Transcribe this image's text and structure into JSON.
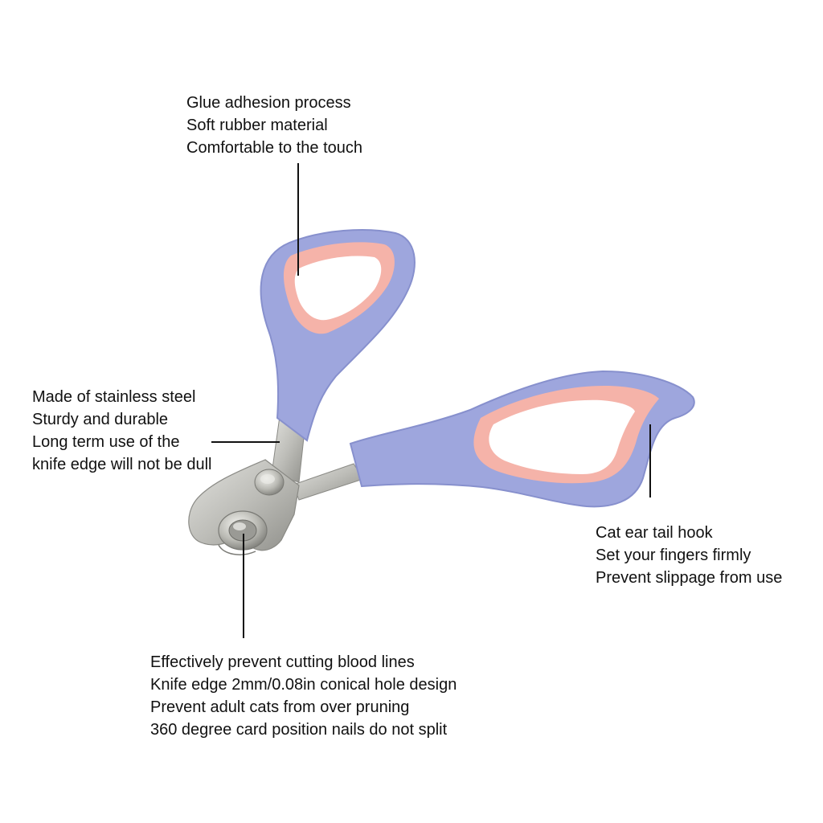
{
  "colors": {
    "handle": "#9ea6dd",
    "handle_shade": "#8790cd",
    "grip": "#f5b3a9",
    "steel": "#c8c8c4",
    "steel_dark": "#8f8f8a",
    "background": "#ffffff"
  },
  "callouts": {
    "handle": [
      "Glue adhesion process",
      "Soft rubber material",
      "Comfortable to the touch"
    ],
    "steel": [
      "Made of stainless steel",
      "Sturdy and durable",
      "Long term use of the",
      "knife edge will not be dull"
    ],
    "hook": [
      "Cat ear tail hook",
      "Set your fingers firmly",
      "Prevent slippage from use"
    ],
    "edge": [
      "Effectively prevent cutting blood lines",
      "Knife edge 2mm/0.08in conical hole design",
      "Prevent adult cats from over pruning",
      "360 degree card position nails do not split"
    ]
  }
}
